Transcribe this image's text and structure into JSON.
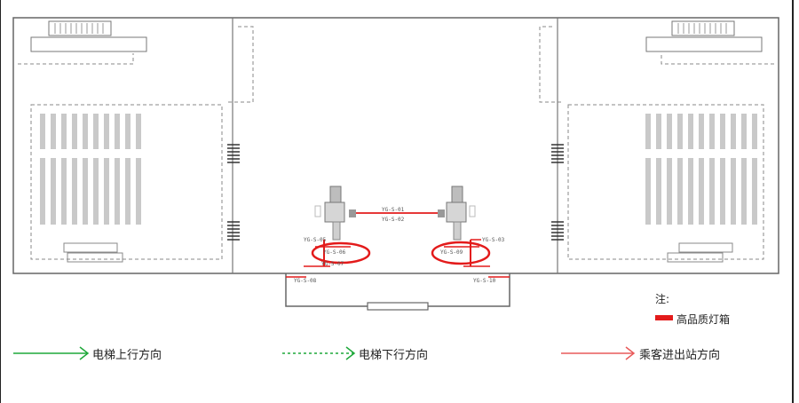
{
  "diagram": {
    "plan_labels": {
      "ped_left_top": "YG-S-05",
      "ped_left_mid": "YG-S-06",
      "ped_left_bottom_a": "YG-S-07",
      "ped_left_bottom_b": "YG-S-08",
      "ped_right_mid": "YG-S-09",
      "ped_right_bottom": "YG-S-10",
      "bridge_top": "YG-S-01",
      "bridge_bottom": "YG-S-02",
      "right_small": "YG-S-03"
    },
    "note": {
      "title": "注:",
      "item": "高品质灯箱",
      "item_color": "#e31b1b"
    },
    "legend": [
      {
        "label": "电梯上行方向",
        "color": "#1fa83a",
        "style": "solid"
      },
      {
        "label": "电梯下行方向",
        "color": "#1fa83a",
        "style": "dashed"
      },
      {
        "label": "乘客进出站方向",
        "color": "#e85a5a",
        "style": "solid"
      }
    ]
  }
}
